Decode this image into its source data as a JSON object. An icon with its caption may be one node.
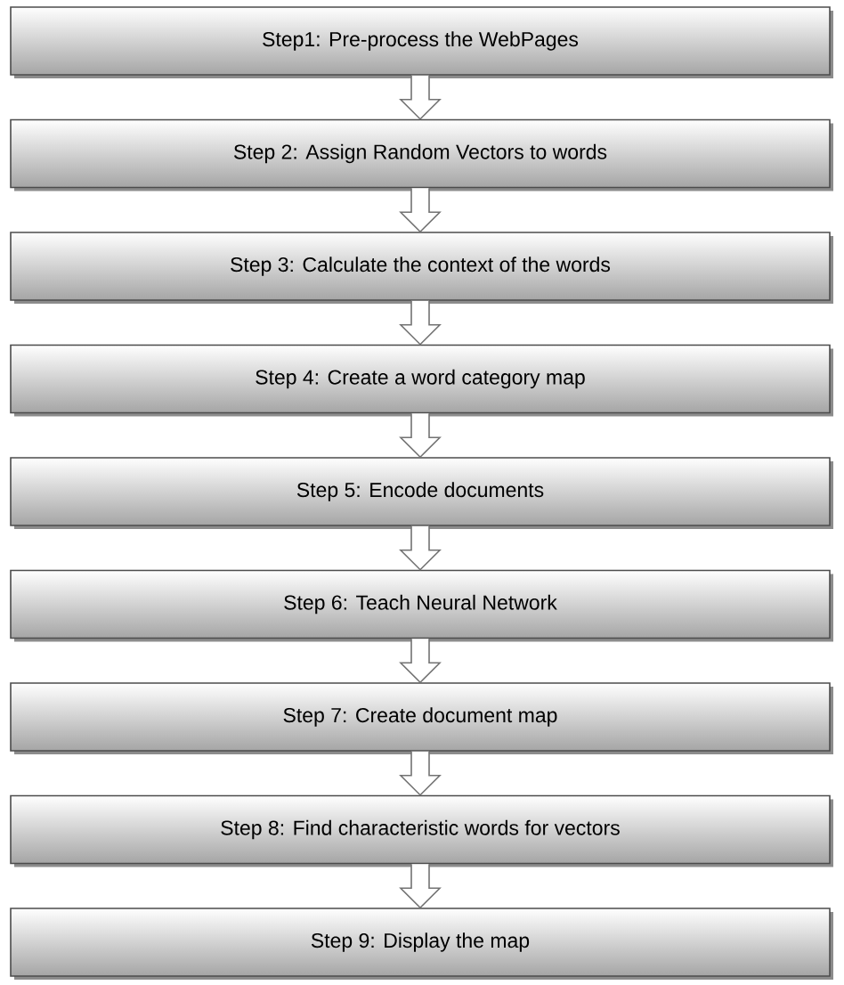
{
  "diagram": {
    "nodes": [
      {
        "text": [
          "Step1: Pre-process the WebPages"
        ]
      },
      {
        "text": [
          "Step 2: Assign Random Vectors to words"
        ]
      },
      {
        "text": [
          "Step 3: Calculate the context of the words"
        ]
      },
      {
        "text": [
          "Step 4: Create a word category map"
        ]
      },
      {
        "text": [
          "Step 5: Encode documents"
        ]
      },
      {
        "text": [
          "Step 6: Teach Neural Network"
        ]
      },
      {
        "text": [
          "Step 7: Create document map"
        ]
      },
      {
        "text": [
          "Step 8: Find characteristic words for vectors"
        ]
      },
      {
        "text": [
          "Step 9: Display the map"
        ]
      }
    ],
    "edges": [
      {
        "from": 0,
        "to": 1,
        "arrow": "to"
      },
      {
        "from": 1,
        "to": 2,
        "arrow": "to"
      },
      {
        "from": 2,
        "to": 3,
        "arrow": "to"
      },
      {
        "from": 3,
        "to": 4,
        "arrow": "to"
      },
      {
        "from": 4,
        "to": 5,
        "arrow": "to"
      },
      {
        "from": 5,
        "to": 6,
        "arrow": "to"
      },
      {
        "from": 6,
        "to": 7,
        "arrow": "to"
      },
      {
        "from": 7,
        "to": 8,
        "arrow": "to"
      }
    ]
  }
}
